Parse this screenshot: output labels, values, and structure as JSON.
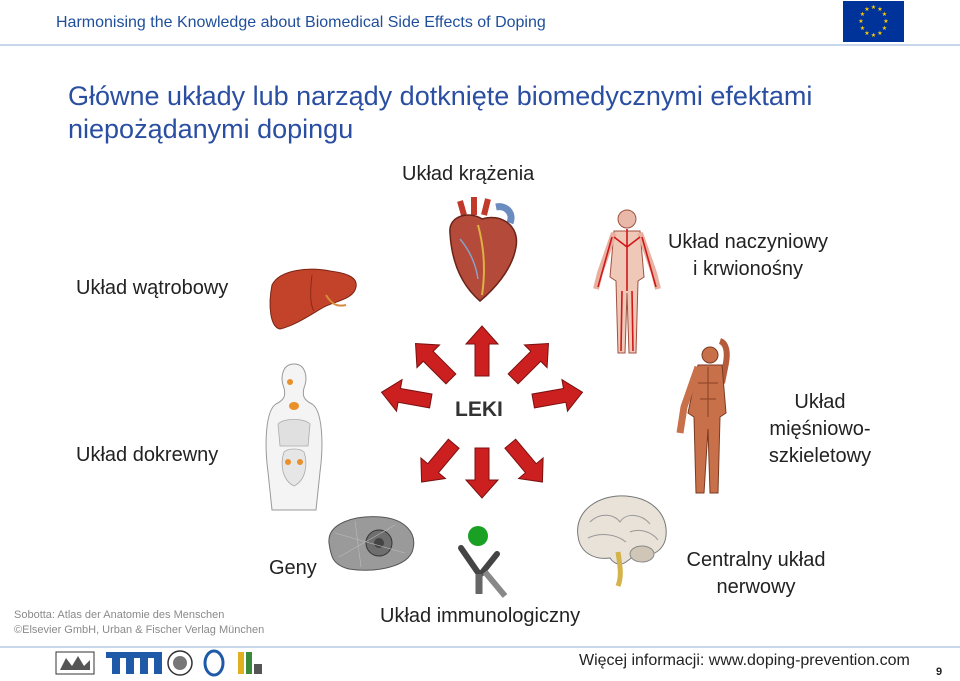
{
  "header": {
    "title": "Harmonising the Knowledge about Biomedical Side Effects of Doping"
  },
  "main": {
    "title": "Główne układy lub narządy dotknięte biomedycznymi efektami niepożądanymi dopingu",
    "center_label": "LEKI",
    "systems": {
      "circulatory": "Układ krążenia",
      "hepatic": "Układ wątrobowy",
      "vascular_line1": "Układ naczyniowy",
      "vascular_line2": "i krwionośny",
      "endocrine": "Układ dokrewny",
      "musculo_line1": "Układ",
      "musculo_line2": "mięśniowo-",
      "musculo_line3": "szkieletowy",
      "genes": "Geny",
      "immune": "Układ immunologiczny",
      "nervous_line1": "Centralny układ",
      "nervous_line2": "nerwowy"
    }
  },
  "credits": {
    "line1": "Sobotta: Atlas der Anatomie des Menschen",
    "line2": "©Elsevier GmbH, Urban & Fischer Verlag München"
  },
  "footer": {
    "link_text": "Więcej informacji: www.doping-prevention.com",
    "page_number": "9"
  },
  "colors": {
    "brand_blue": "#1f4e9a",
    "title_blue": "#2a4ea1",
    "arrow_red": "#cc1f1f",
    "eu_blue": "#003399",
    "eu_gold": "#ffcc00"
  }
}
